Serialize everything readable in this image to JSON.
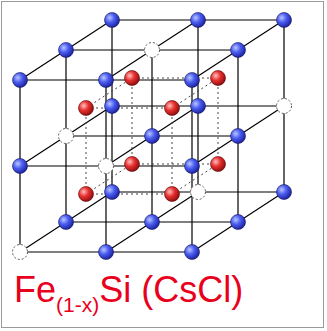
{
  "diagram": {
    "labels": [
      "Fe",
      "(1-x)",
      "Si (CsCl)"
    ]
  }
}
